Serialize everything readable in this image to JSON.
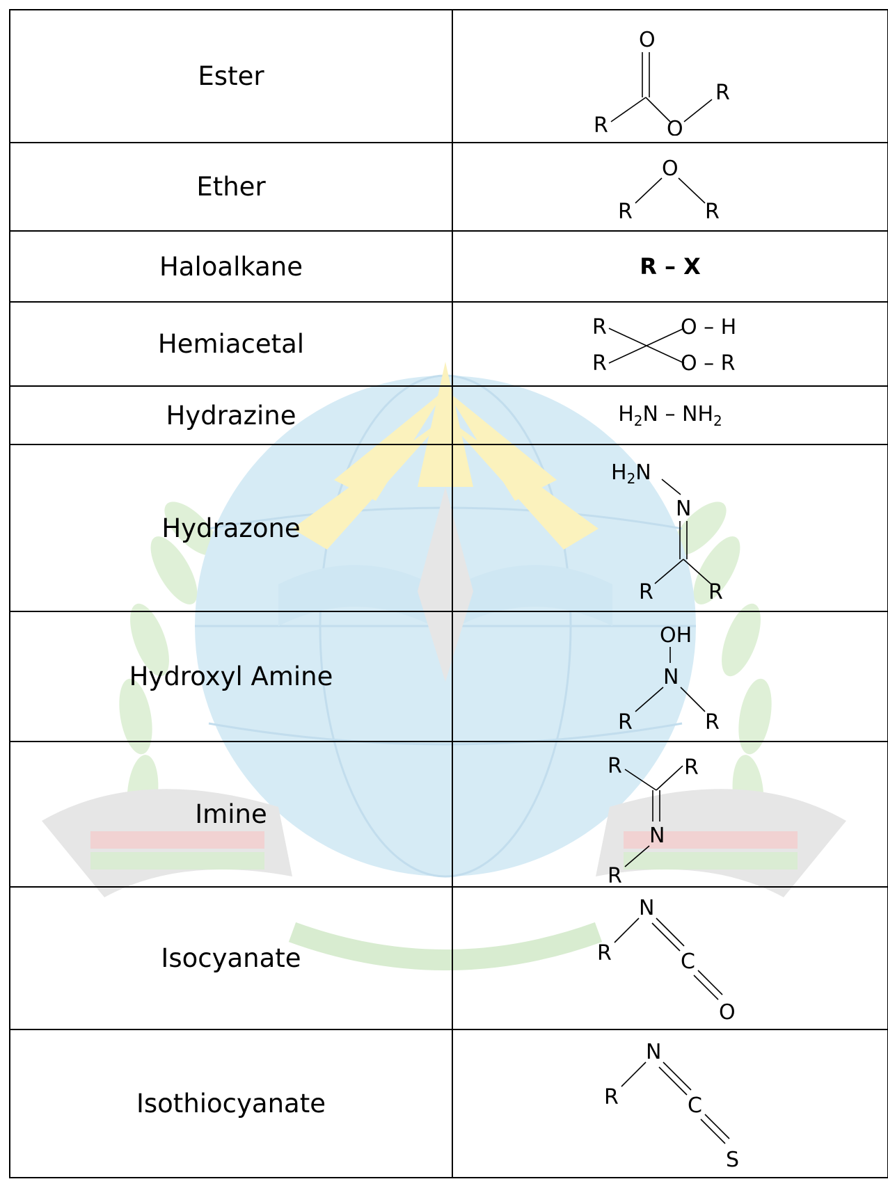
{
  "rows": [
    {
      "name": "Ester",
      "structure": "ester"
    },
    {
      "name": "Ether",
      "structure": "ether"
    },
    {
      "name": "Haloalkane",
      "structure": "haloalkane",
      "formula": "R – X"
    },
    {
      "name": "Hemiacetal",
      "structure": "hemiacetal"
    },
    {
      "name": "Hydrazine",
      "structure": "hydrazine",
      "formula_left": "H",
      "formula_mid": "N – NH",
      "sub": "2"
    },
    {
      "name": "Hydrazone",
      "structure": "hydrazone"
    },
    {
      "name": "Hydroxyl Amine",
      "structure": "hydroxylamine"
    },
    {
      "name": "Imine",
      "structure": "imine"
    },
    {
      "name": "Isocyanate",
      "structure": "isocyanate"
    },
    {
      "name": "Isothiocyanate",
      "structure": "isothiocyanate"
    }
  ],
  "atoms": {
    "R": "R",
    "O": "O",
    "N": "N",
    "C": "C",
    "S": "S",
    "H": "H",
    "OH": "OH",
    "OminusH": "O – H",
    "OminusR": "O – R",
    "H2": "H",
    "two": "2"
  },
  "colors": {
    "watermark_blue": "#cfe6f2",
    "watermark_yellow": "#fbf3c4",
    "watermark_green": "#d8eccf",
    "watermark_red": "#f1cfcf",
    "watermark_gray": "#e3e3e3"
  }
}
